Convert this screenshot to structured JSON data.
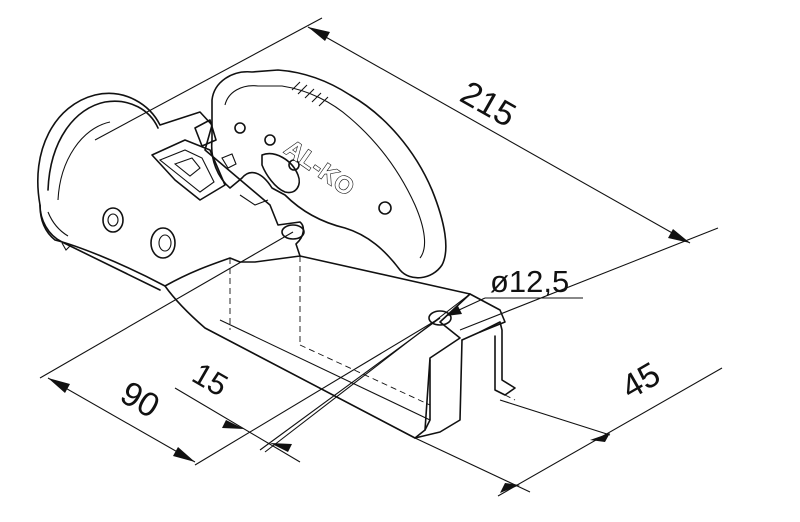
{
  "brand": {
    "logo_text": "AL-KO"
  },
  "dimensions": {
    "overall_length": "215",
    "hole_diameter": "ø12,5",
    "hole_spacing": "90",
    "edge_offset": "15",
    "profile_width": "45"
  }
}
